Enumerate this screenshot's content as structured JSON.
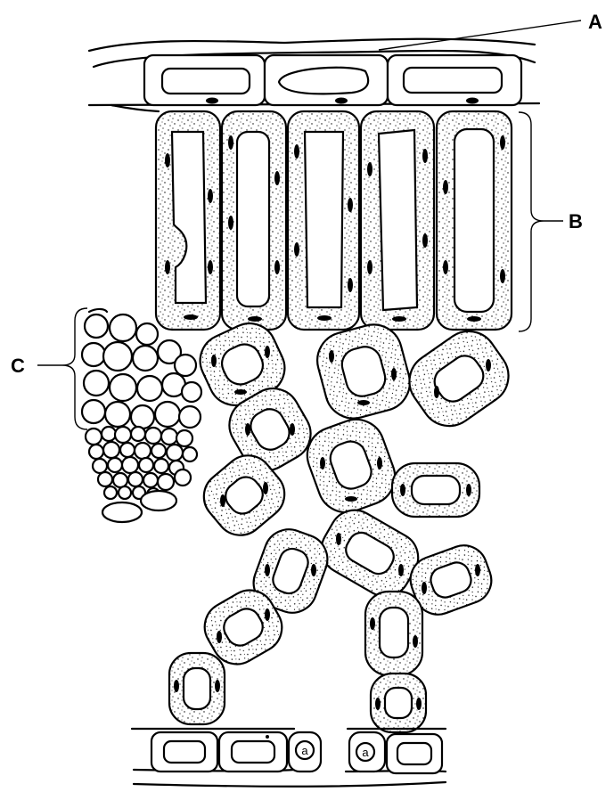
{
  "labels": {
    "a": "A",
    "b": "B",
    "c": "C",
    "guard_cell_left": "a",
    "guard_cell_right": "a"
  }
}
